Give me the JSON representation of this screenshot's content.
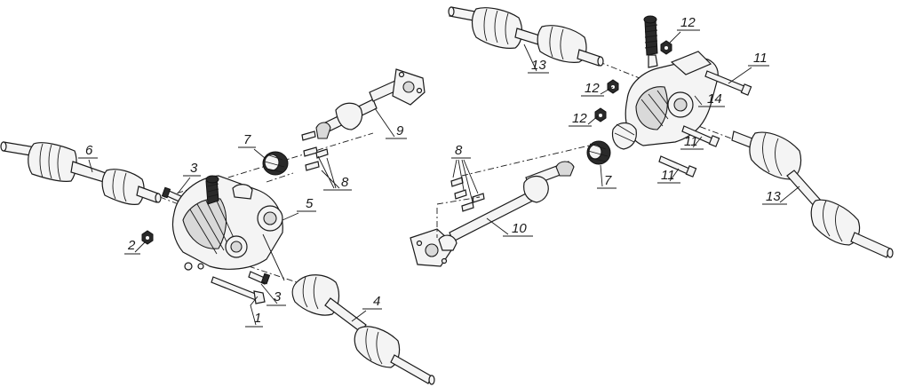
{
  "callouts": {
    "c1": "1",
    "c2": "2",
    "c3a": "3",
    "c3b": "3",
    "c4": "4",
    "c5": "5",
    "c6": "6",
    "c7a": "7",
    "c7b": "7",
    "c8a": "8",
    "c8b": "8",
    "c9": "9",
    "c10": "10",
    "c11a": "11",
    "c11b": "11",
    "c11c": "11",
    "c12a": "12",
    "c12b": "12",
    "c12c": "12",
    "c13a": "13",
    "c13b": "13",
    "c14": "14"
  },
  "colors": {
    "ink": "#1a1a1a",
    "fill": "#f4f4f4",
    "shade": "#d9d9d9"
  }
}
